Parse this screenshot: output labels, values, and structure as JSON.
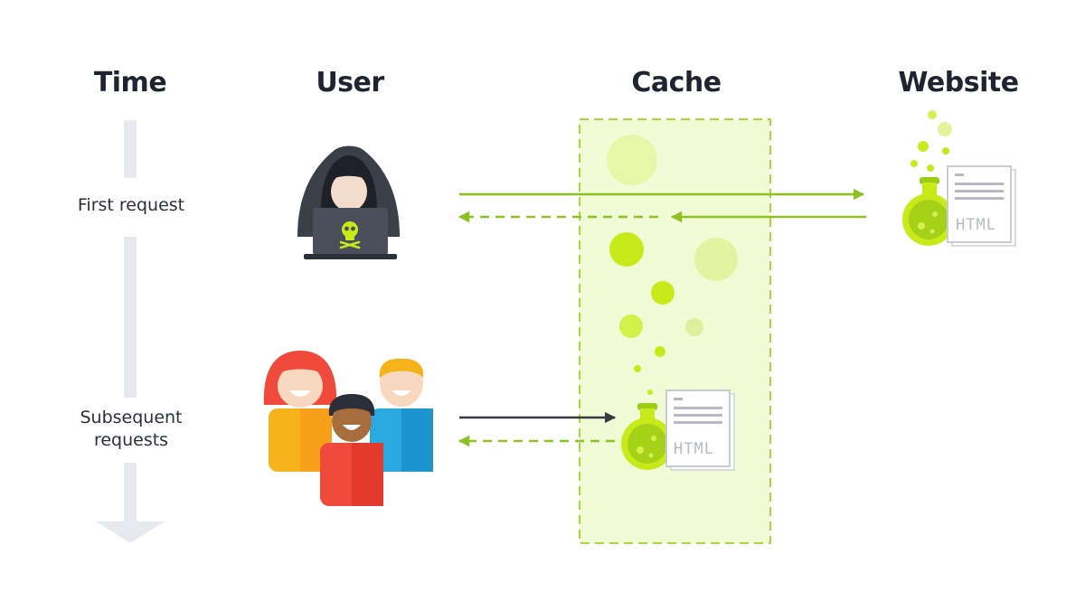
{
  "headers": {
    "time": "Time",
    "user": "User",
    "cache": "Cache",
    "website": "Website"
  },
  "time_labels": {
    "first": "First request",
    "subsequent_line1": "Subsequent",
    "subsequent_line2": "requests"
  },
  "documents": {
    "website_doc": "HTML",
    "cache_doc": "HTML"
  },
  "colors": {
    "accent_green": "#8cc21f",
    "lime": "#c8ea1a",
    "cache_fill": "#f1fbd6",
    "dark": "#373b45",
    "timeline": "#e8e9ee"
  }
}
